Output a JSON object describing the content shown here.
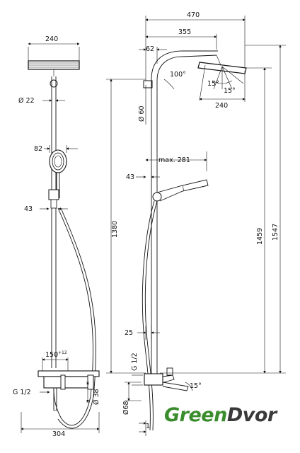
{
  "front_view": {
    "width_head": "240",
    "pipe_diameter": "Ø 22",
    "hand_shower_offset": "82",
    "holder_offset": "43",
    "inlet_spacing": "150",
    "inlet_tolerance": "+12",
    "inlet_thread": "G 1/2",
    "spout_diameter": "Ø 38",
    "thermostat_width": "304",
    "height_1380": "1380"
  },
  "side_view": {
    "overall_projection": "470",
    "arm_projection": "355",
    "wall_offset": "62",
    "arm_angle": "100°",
    "tilt_left": "15°",
    "tilt_right": "15°",
    "head_width": "240",
    "pipe_diameter": "Ø 60",
    "hand_shower_max": "max. 281",
    "holder_offset": "43",
    "height_1459": "1459",
    "height_1547": "1547",
    "bottom_offset": "25",
    "inlet_thread": "G 1/2",
    "spout_diameter": "Ø68",
    "spout_angle": "15°",
    "bottom_label": "1"
  },
  "brand": {
    "part1": "Green",
    "part2": "Dvor",
    "color_green": "#3a8d2c",
    "color_dark": "#3a3a3a"
  }
}
